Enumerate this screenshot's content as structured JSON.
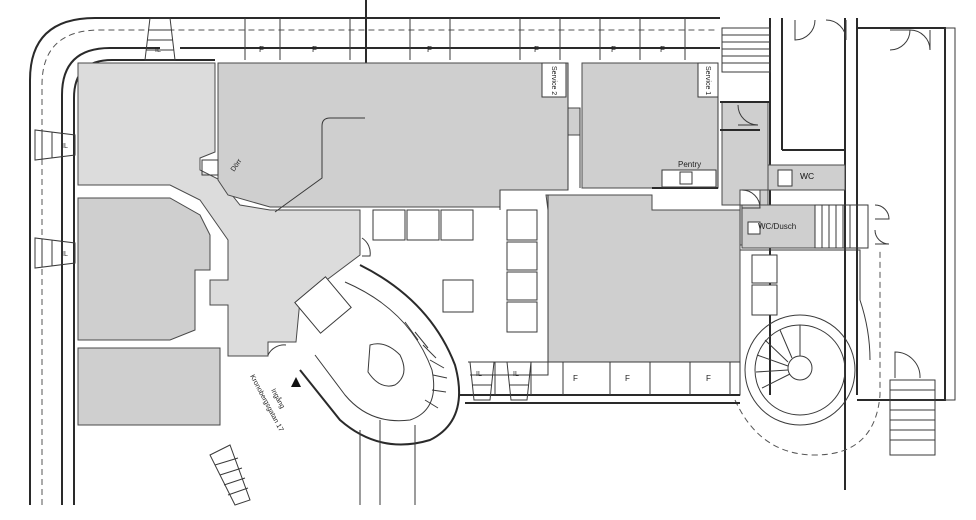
{
  "labels": {
    "f": "F",
    "il": "IL",
    "service2": "Service 2",
    "service1": "Service 1",
    "dorr": "Dörr",
    "pentry": "Pentry",
    "wc": "WC",
    "wc_dusch": "WC/Dusch",
    "entrance_line1": "Ingång",
    "entrance_line2": "Kronobergsgatan 17"
  },
  "colors": {
    "room_fill": "#cfcfcf",
    "wall": "#2a2a2a",
    "background": "#ffffff"
  }
}
